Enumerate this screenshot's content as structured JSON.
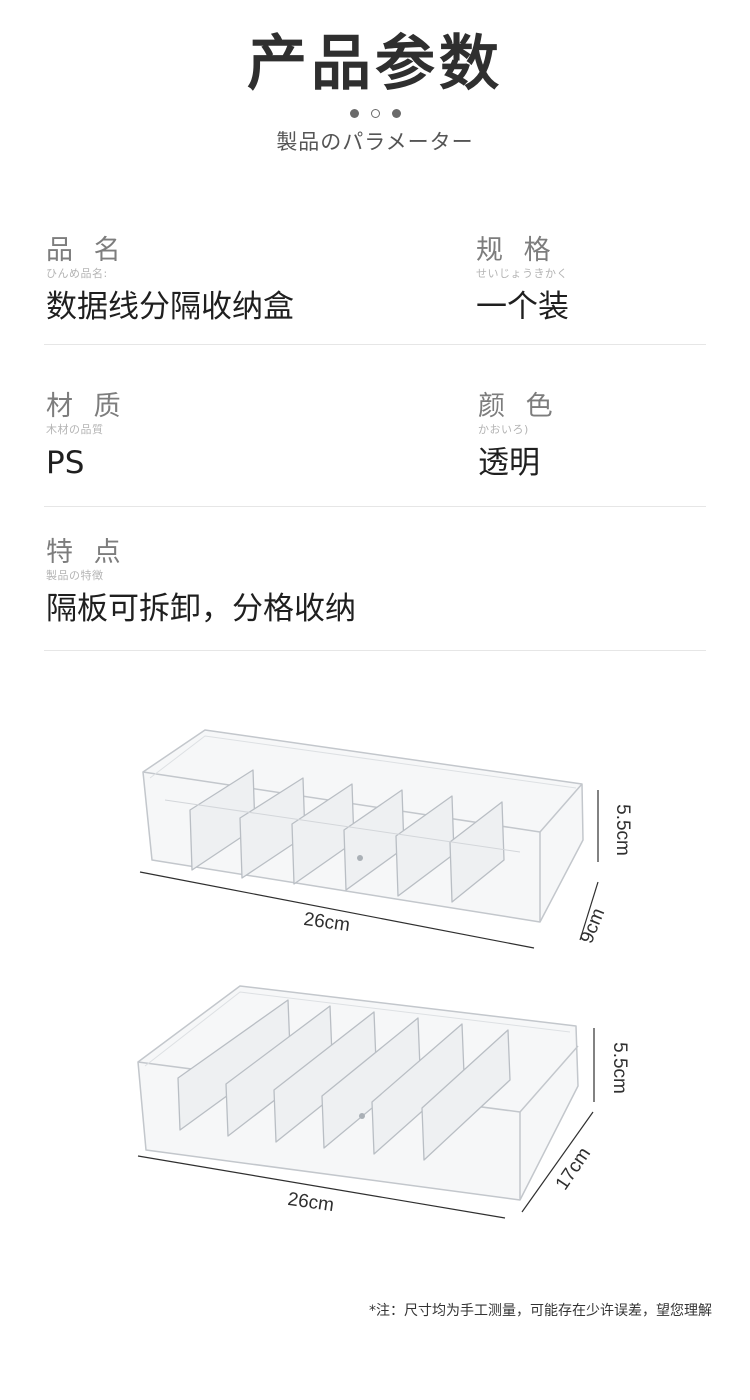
{
  "header": {
    "title": "产品参数",
    "subtitle": "製品のパラメーター"
  },
  "params": [
    {
      "label": "品 名",
      "kana": "ひんめ品名:",
      "value": "数据线分隔收纳盒"
    },
    {
      "label": "规 格",
      "kana": "せいじょうきかく",
      "value": "一个装"
    },
    {
      "label": "材 质",
      "kana": "木材の品質",
      "value": "PS"
    },
    {
      "label": "颜 色",
      "kana": "かおいろ)",
      "value": "透明"
    },
    {
      "label": "特 点",
      "kana": "製品の特徴",
      "value": "隔板可拆卸，分格收纳"
    }
  ],
  "products": {
    "box1": {
      "length": "26cm",
      "width": "9cm",
      "height": "5.5cm"
    },
    "box2": {
      "length": "26cm",
      "width": "17cm",
      "height": "5.5cm"
    }
  },
  "footnote": "*注：尺寸均为手工测量，可能存在少许误差，望您理解",
  "colors": {
    "text": "#2b2b2b",
    "label": "#7d7d7d",
    "divider": "#e6e6e6",
    "plastic": "#c9cdd2"
  }
}
